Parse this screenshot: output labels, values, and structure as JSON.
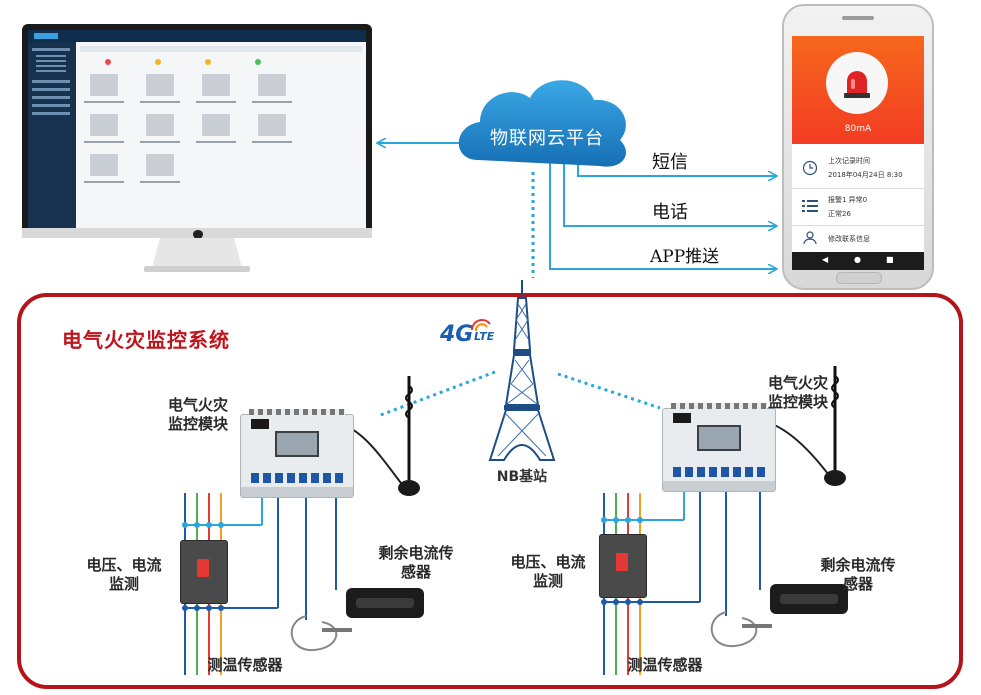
{
  "cloud": {
    "label": "物联网云平台"
  },
  "channels": [
    {
      "label": "短信"
    },
    {
      "label": "电话"
    },
    {
      "label": "APP推送"
    }
  ],
  "system": {
    "title": "电气火灾监控系统"
  },
  "station": {
    "label": "NB基站",
    "badge_main": "4G",
    "badge_sub": "LTE"
  },
  "left_unit": {
    "module_label": "电气火灾\n监控模块",
    "voltage_label": "电压、电流\n监测",
    "residual_label": "剩余电流传\n感器",
    "temp_label": "测温传感器"
  },
  "right_unit": {
    "module_label": "电气火灾\n监控模块",
    "voltage_label": "电压、电流\n监测",
    "residual_label": "剩余电流传\n感器",
    "temp_label": "测温传感器"
  },
  "phone": {
    "alarm_value": "80mA",
    "row1_title": "上次记录时间",
    "row1_value": "2018年04月24日 8:30",
    "row2_title": "报警1 异常0",
    "row2_value": "正常26",
    "row3_title": "修改联系信息"
  },
  "colors": {
    "frame": "#b3151b",
    "title": "#c0141c",
    "link": "#2aa7d8",
    "cloud": "#1f8fcf",
    "phone_header": "#f4511e"
  }
}
